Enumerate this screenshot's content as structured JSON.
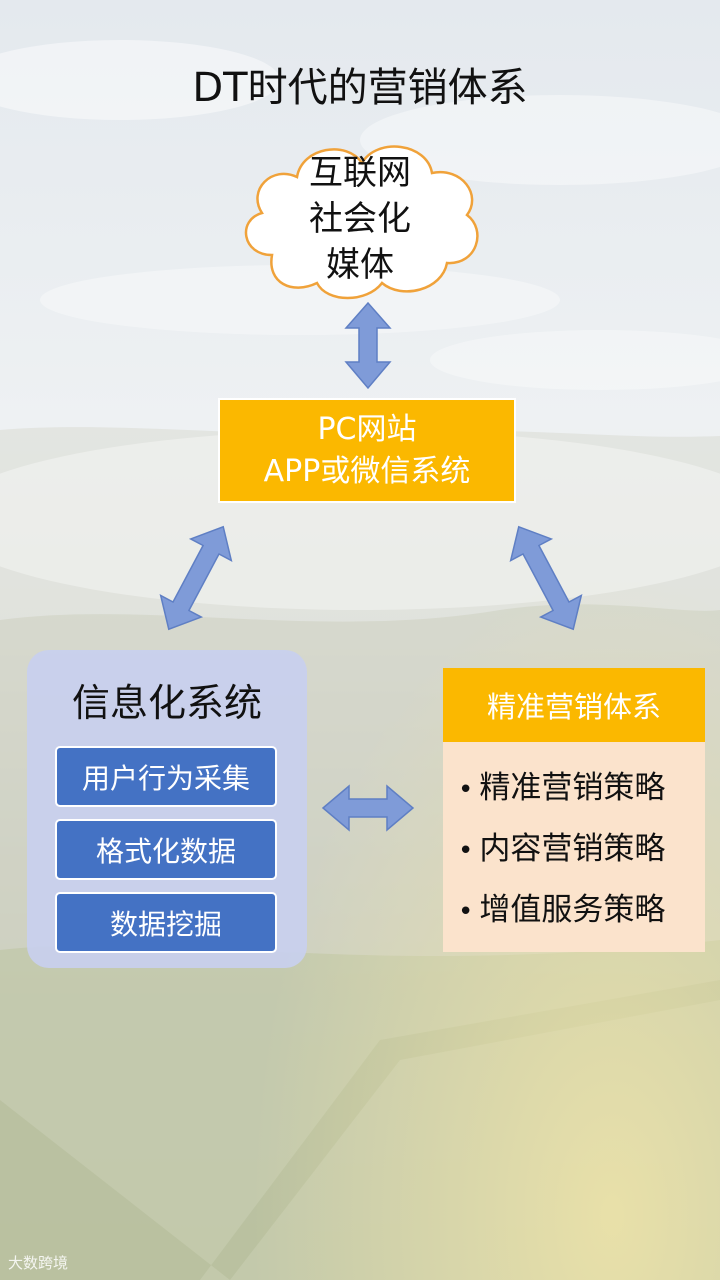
{
  "title": "DT时代的营销体系",
  "cloud": {
    "lines": [
      "互联网",
      "社会化",
      "媒体"
    ]
  },
  "pc_box": {
    "line1": "PC网站",
    "line2": "APP或微信系统"
  },
  "info_system": {
    "title": "信息化系统",
    "items": [
      "用户行为采集",
      "格式化数据",
      "数据挖掘"
    ]
  },
  "marketing": {
    "title": "精准营销体系",
    "items": [
      "精准营销策略",
      "内容营销策略",
      "增值服务策略"
    ]
  },
  "watermark": "大数跨境",
  "colors": {
    "yellow": "#fbb800",
    "blue": "#4472c4",
    "arrow_fill": "#7f9bd8",
    "panel": "#c8d0ee",
    "peach": "#fbe3cc"
  }
}
